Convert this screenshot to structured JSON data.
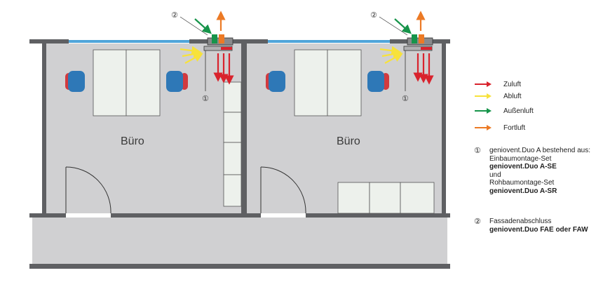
{
  "rooms": [
    {
      "label": "Büro"
    },
    {
      "label": "Büro"
    }
  ],
  "callouts": {
    "one": "①",
    "two": "②"
  },
  "legend": {
    "items": [
      {
        "label": "Zuluft",
        "color": "#d9232d"
      },
      {
        "label": "Abluft",
        "color": "#f7e23b"
      },
      {
        "label": "Außenluft",
        "color": "#16944a"
      },
      {
        "label": "Fortluft",
        "color": "#ec7a25"
      }
    ]
  },
  "notes": [
    {
      "num": "①",
      "lines": [
        {
          "text": "geniovent.Duo A bestehend aus:",
          "bold": false
        },
        {
          "text": "Einbaumontage-Set",
          "bold": false
        },
        {
          "text": "geniovent.Duo A-SE",
          "bold": true
        },
        {
          "text": "und",
          "bold": false
        },
        {
          "text": "Rohbaumontage-Set",
          "bold": false
        },
        {
          "text": "geniovent.Duo A-SR",
          "bold": true
        }
      ]
    },
    {
      "num": "②",
      "lines": [
        {
          "text": "Fassadenabschluss",
          "bold": false
        },
        {
          "text": "geniovent.Duo FAE oder FAW",
          "bold": true
        }
      ]
    }
  ],
  "colors": {
    "wall": "#5f6063",
    "floor": "#d0d0d2",
    "window": "#4fa5da",
    "chair": "#2e78b7",
    "chair_arm": "#d23a3f",
    "table": "#edf1ec"
  }
}
